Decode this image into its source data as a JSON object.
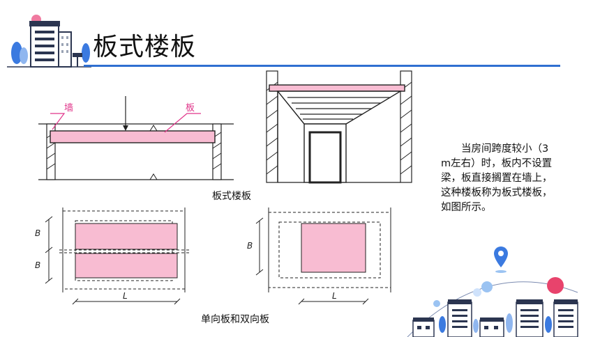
{
  "slide": {
    "title": "板式楼板",
    "description": "当房间跨度较小（3 m左右）时，板内不设置梁，板直接搁置在墙上，这种楼板称为板式楼板，如图所示。",
    "colors": {
      "accent_blue": "#2f6fd1",
      "slab_pink": "#f8bcd2",
      "label_magenta": "#e0358a"
    }
  },
  "figure_top": {
    "caption": "板式楼板",
    "label_wall": "墙",
    "label_slab": "板"
  },
  "figure_bottom": {
    "caption": "单向板和双向板",
    "dim_b": "B",
    "dim_l": "L"
  },
  "decor": {
    "header_icon": "city-buildings-icon",
    "footer_icon": "city-skyline-icon",
    "pin_icon": "location-pin-icon"
  }
}
